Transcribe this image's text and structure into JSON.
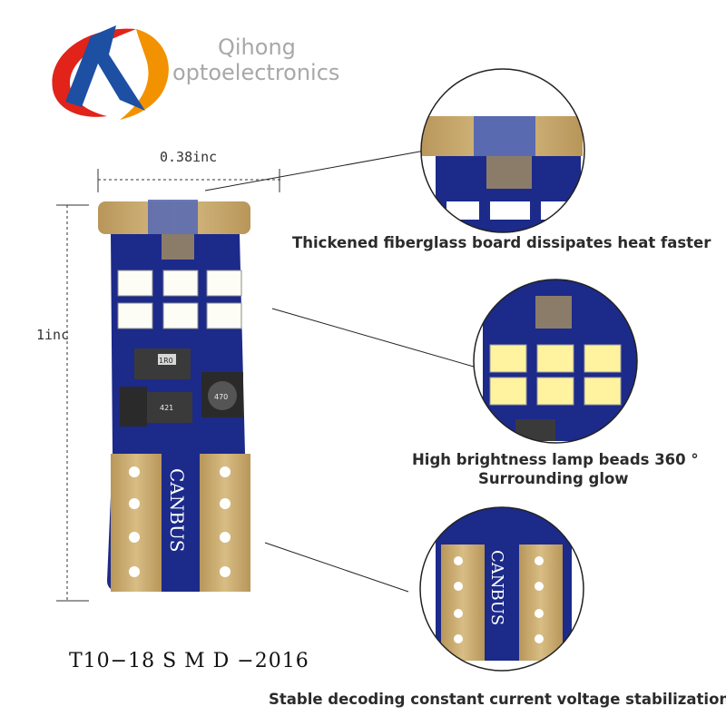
{
  "brand": {
    "line1": "Qihong",
    "line2": "optoelectronics"
  },
  "dimensions": {
    "width": "0.38inc",
    "height": "1inc"
  },
  "board_label": "CANBUS",
  "chip_labels": [
    "1R0",
    "470",
    "421"
  ],
  "captions": {
    "top": "Thickened fiberglass board dissipates heat faster",
    "middle_line1": "High brightness lamp beads 360 °",
    "middle_line2": "Surrounding glow",
    "bottom": "Stable decoding constant current voltage stabilization"
  },
  "model": "T10−18 S M D −2016",
  "colors": {
    "pcb_blue": "#1c2a8a",
    "gold": "#c9a96a",
    "led_yellow": "#fff3a0"
  }
}
